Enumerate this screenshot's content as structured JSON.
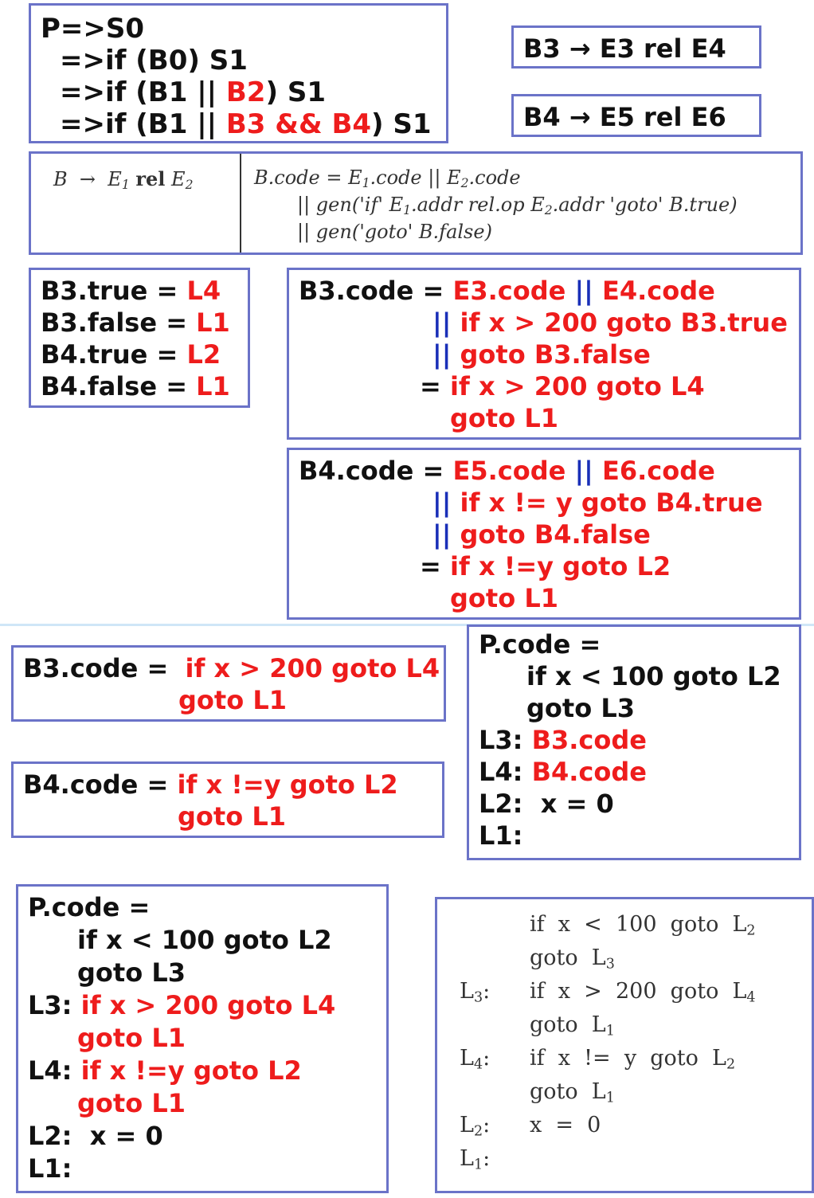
{
  "grammar": {
    "lines": [
      "P=>S0",
      "=>if (B0) S1",
      "=>if (B1 || ",
      "B2",
      ") S1",
      "=>if (B1 || ",
      "B3 && B4",
      ") S1"
    ]
  },
  "rule_b3": {
    "text": "B3 → E3 rel E4"
  },
  "rule_b4": {
    "text": "B4 → E5 rel E6"
  },
  "sdd": {
    "production_b": "B",
    "production_arrow": "→",
    "production_e1": "E",
    "production_rel": "rel",
    "production_e2": "E",
    "line1": "B.code = E",
    "line1_mid": ".code || E",
    "line1_end": ".code",
    "line2": "|| gen('if' E",
    "line2_mid": ".addr rel.op E",
    "line2_end": ".addr 'goto' B.true)",
    "line3": "|| gen('goto' B.false)",
    "sub1": "1",
    "sub2": "2"
  },
  "labels": {
    "b3_true": "B3.true = ",
    "b3_true_val": "L4",
    "b3_false": "B3.false = ",
    "b3_false_val": "L1",
    "b4_true": "B4.true = ",
    "b4_true_val": "L2",
    "b4_false": "B4.false = ",
    "b4_false_val": "L1"
  },
  "b3code": {
    "head": "B3.code = ",
    "l1a": "E3.code ",
    "l1b": "|| ",
    "l1c": "E4.code",
    "l2a": "|| ",
    "l2b": "if x > 200 goto B3.true",
    "l3a": "|| ",
    "l3b": "goto B3.false",
    "l4a": "= ",
    "l4b": "if x > 200 goto L4",
    "l5": "goto L1"
  },
  "b4code": {
    "head": "B4.code = ",
    "l1a": "E5.code ",
    "l1b": "|| ",
    "l1c": "E6.code",
    "l2a": "|| ",
    "l2b": "if x != y goto B4.true",
    "l3a": "|| ",
    "l3b": "goto B4.false",
    "l4a": "= ",
    "l4b": "if x !=y goto L2",
    "l5": "goto L1"
  },
  "b3short": {
    "head": "B3.code = ",
    "l1": "if x > 200 goto L4",
    "l2": "goto L1"
  },
  "b4short": {
    "head": "B4.code = ",
    "l1": "if x !=y goto L2",
    "l2": "goto L1"
  },
  "pcode1": {
    "l1": "P.code =",
    "l2": "if x < 100 goto L2",
    "l3": "goto L3",
    "l4a": "L3: ",
    "l4b": "B3.code",
    "l5a": "L4: ",
    "l5b": "B4.code",
    "l6": "L2:  x = 0",
    "l7": "L1:"
  },
  "pcode2": {
    "l1": "P.code =",
    "l2": "if x < 100 goto L2",
    "l3": "goto L3",
    "l4a": "L3: ",
    "l4b": "if x > 200 goto L4",
    "l5": "goto L1",
    "l6a": "L4: ",
    "l6b": "if x !=y goto L2",
    "l7": "goto L1",
    "l8": "L2:  x = 0",
    "l9": "L1:"
  },
  "final": {
    "l1": "if  x  <  100  goto  L",
    "l1s": "2",
    "l2": "goto  L",
    "l2s": "3",
    "lab3": "L",
    "lab3s": "3",
    "lab3c": ":",
    "l3": "if  x  >  200  goto  L",
    "l3s": "4",
    "l4": "goto  L",
    "l4s": "1",
    "lab4": "L",
    "lab4s": "4",
    "lab4c": ":",
    "l5": "if  x  !=  y  goto  L",
    "l5s": "2",
    "l6": "goto  L",
    "l6s": "1",
    "lab2": "L",
    "lab2s": "2",
    "lab2c": ":",
    "l7": "x  =  0",
    "lab1": "L",
    "lab1s": "1",
    "lab1c": ":"
  },
  "colors": {
    "border": "#6b73c8",
    "red": "#ee1c1c",
    "blue": "#1a2fb8"
  }
}
